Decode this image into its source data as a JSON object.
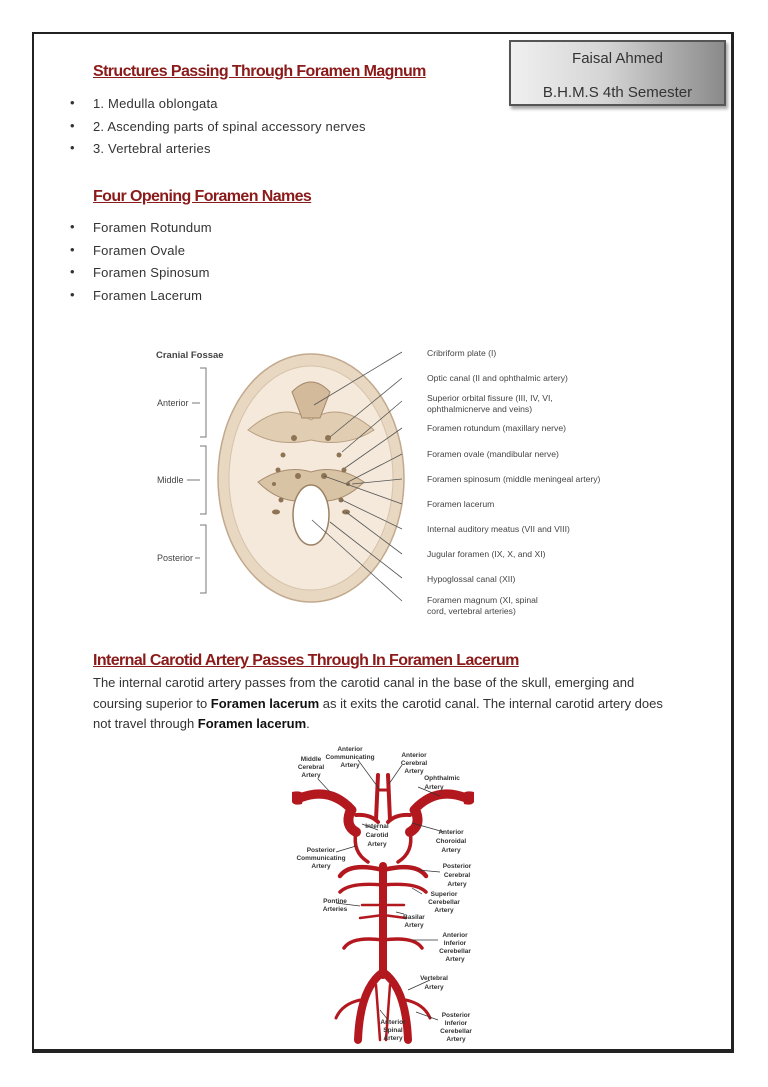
{
  "author": {
    "name": "Faisal Ahmed",
    "semester": "B.H.M.S 4th Semester"
  },
  "section1": {
    "heading": "Structures Passing Through Foramen Magnum",
    "items": [
      "1. Medulla oblongata",
      "2. Ascending parts of spinal accessory nerves",
      "3. Vertebral arteries"
    ]
  },
  "section2": {
    "heading": "Four Opening Foramen Names",
    "items": [
      "Foramen  Rotundum",
      "Foramen Ovale",
      "Foramen Spinosum",
      "Foramen Lacerum"
    ]
  },
  "figure1": {
    "title": "Cranial Fossae",
    "fossae": [
      "Anterior",
      "Middle",
      "Posterior"
    ],
    "labels": [
      "Cribriform plate (I)",
      "Optic canal (II and ophthalmic artery)",
      "Superior orbital fissure (III, IV, VI,",
      "ophthalmicnerve and veins)",
      "Foramen rotundum (maxillary nerve)",
      "Foramen ovale (mandibular nerve)",
      "Foramen spinosum (middle meningeal artery)",
      "Foramen lacerum",
      "Internal auditory meatus (VII and VIII)",
      "Jugular foramen (IX, X, and XI)",
      "Hypoglossal canal (XII)",
      "Foramen magnum (XI, spinal",
      "cord, vertebral arteries)"
    ]
  },
  "section3": {
    "heading": "Internal Carotid Artery Passes Through In Foramen Lacerum",
    "p1": "The internal carotid artery passes from the carotid canal in the base of the skull, emerging and coursing superior to ",
    "b1": "Foramen lacerum",
    "p2": " as it exits the carotid canal. The internal carotid artery does not travel through ",
    "b2": "Foramen lacerum",
    "p3": "."
  },
  "figure2": {
    "labels": {
      "acomm1": "Anterior",
      "acomm2": "Communicating",
      "acomm3": "Artery",
      "mca1": "Middle",
      "mca2": "Cerebral",
      "mca3": "Artery",
      "aca1": "Anterior",
      "aca2": "Cerebral",
      "aca3": "Artery",
      "oph1": "Ophthalmic",
      "oph2": "Artery",
      "ica1": "Internal",
      "ica2": "Carotid",
      "ica3": "Artery",
      "achor1": "Anterior",
      "achor2": "Choroidal",
      "achor3": "Artery",
      "pcomm1": "Posterior",
      "pcomm2": "Communicating",
      "pcomm3": "Artery",
      "pca1": "Posterior",
      "pca2": "Cerebral",
      "pca3": "Artery",
      "sca1": "Superior",
      "sca2": "Cerebellar",
      "sca3": "Artery",
      "pont1": "Pontine",
      "pont2": "Arteries",
      "bas1": "Basilar",
      "bas2": "Artery",
      "aica1": "Anterior",
      "aica2": "Inferior",
      "aica3": "Cerebellar",
      "aica4": "Artery",
      "vert1": "Vertebral",
      "vert2": "Artery",
      "pica1": "Posterior",
      "pica2": "Inferior",
      "pica3": "Cerebellar",
      "pica4": "Artery",
      "asa1": "Anterior",
      "asa2": "Spinal",
      "asa3": "Artery"
    }
  }
}
